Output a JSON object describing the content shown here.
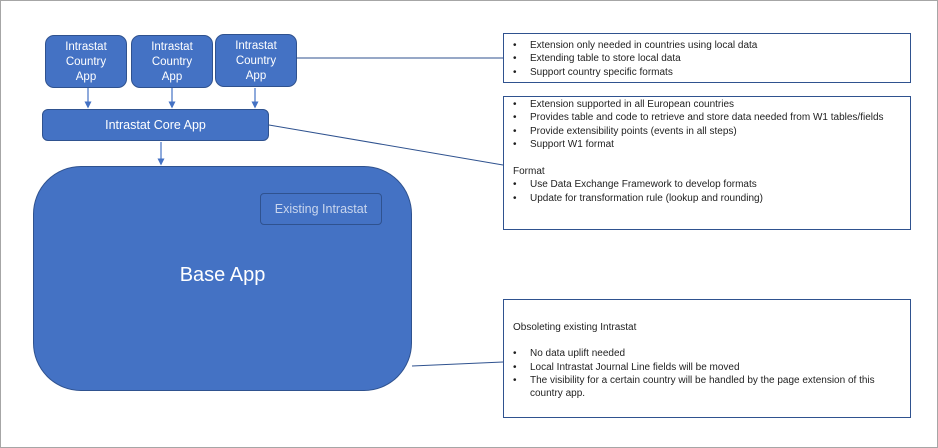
{
  "country_apps": [
    {
      "lines": [
        "Intrastat",
        "Country",
        "App"
      ]
    },
    {
      "lines": [
        "Intrastat",
        "Country",
        "App"
      ]
    },
    {
      "lines": [
        "Intrastat",
        "Country",
        "App"
      ]
    }
  ],
  "core_app": {
    "label": "Intrastat Core App"
  },
  "base_app": {
    "label": "Base App",
    "inner_label": "Existing Intrastat"
  },
  "notes": {
    "country": {
      "bullets": [
        "Extension only needed in countries using local data",
        "Extending table to store local data",
        "Support country specific formats"
      ]
    },
    "core": {
      "bullets": [
        "Extension supported in all European countries",
        "Provides table and code to retrieve and store data needed from W1 tables/fields",
        "Provide extensibility points (events in all steps)",
        "Support W1 format"
      ],
      "format_heading": "Format",
      "format_bullets": [
        "Use Data Exchange Framework to develop formats",
        "Update for transformation rule (lookup and rounding)"
      ]
    },
    "base": {
      "heading": "Obsoleting existing Intrastat",
      "bullets": [
        "No data uplift needed",
        "Local Intrastat Journal Line fields will be moved",
        "The visibility for a certain country will be handled by the page extension of this country app."
      ]
    }
  },
  "colors": {
    "box_fill": "#4472c4",
    "box_border": "#2f528f",
    "inner_text": "#c9d6ee"
  }
}
